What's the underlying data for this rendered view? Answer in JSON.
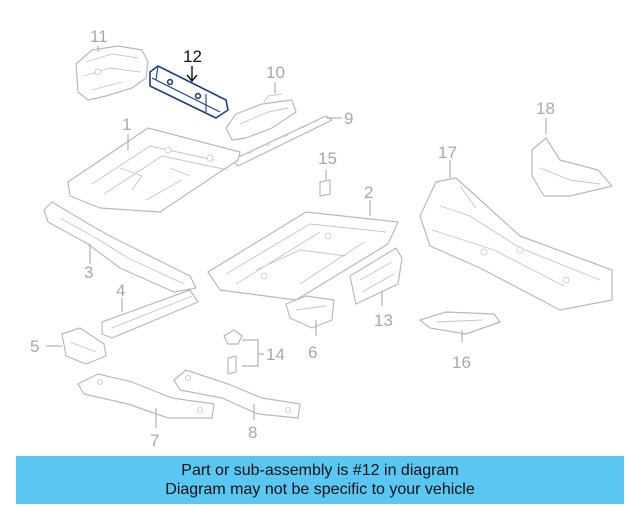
{
  "diagram": {
    "highlighted_part": "12",
    "callouts": [
      "1",
      "2",
      "3",
      "4",
      "5",
      "6",
      "7",
      "8",
      "9",
      "10",
      "11",
      "12",
      "13",
      "14",
      "15",
      "16",
      "17",
      "18"
    ]
  },
  "banner": {
    "line1": "Part or sub-assembly is #12 in diagram",
    "line2": "Diagram may not be specific to your vehicle",
    "color": "#5ac6f2"
  },
  "colors": {
    "highlight": "#1a3d8f",
    "parts": "#b9b9b9"
  }
}
